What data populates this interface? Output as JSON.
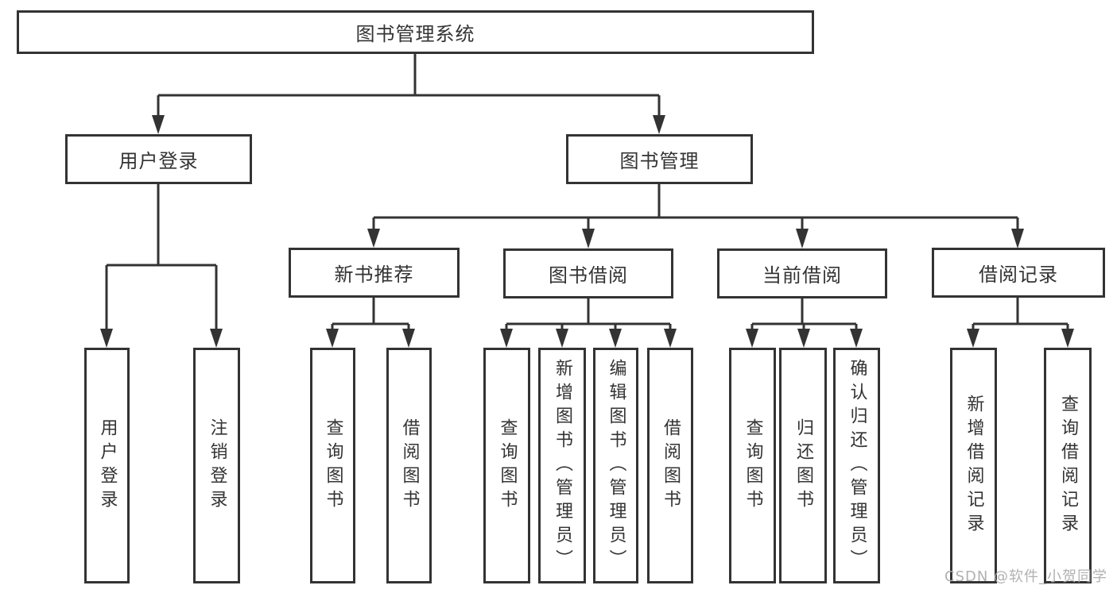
{
  "diagram": {
    "watermark": "CSDN @软件_小贺同学",
    "tree": {
      "root": {
        "label": "图书管理系统"
      },
      "children": [
        {
          "label": "用户登录",
          "children": [
            {
              "label": "用户登录"
            },
            {
              "label": "注销登录"
            }
          ]
        },
        {
          "label": "图书管理",
          "children": [
            {
              "label": "新书推荐",
              "children": [
                {
                  "label": "查询图书"
                },
                {
                  "label": "借阅图书"
                }
              ]
            },
            {
              "label": "图书借阅",
              "children": [
                {
                  "label": "查询图书"
                },
                {
                  "label": "新增图书（管理员）"
                },
                {
                  "label": "编辑图书（管理员）"
                },
                {
                  "label": "借阅图书"
                }
              ]
            },
            {
              "label": "当前借阅",
              "children": [
                {
                  "label": "查询图书"
                },
                {
                  "label": "归还图书"
                },
                {
                  "label": "确认归还（管理员）"
                }
              ]
            },
            {
              "label": "借阅记录",
              "children": [
                {
                  "label": "新增借阅记录"
                },
                {
                  "label": "查询借阅记录"
                }
              ]
            }
          ]
        }
      ]
    },
    "colors": {
      "line": "#333333",
      "text": "#333333",
      "box_fill": "#ffffff",
      "background": "#ffffff",
      "watermark": "#adadad"
    }
  }
}
